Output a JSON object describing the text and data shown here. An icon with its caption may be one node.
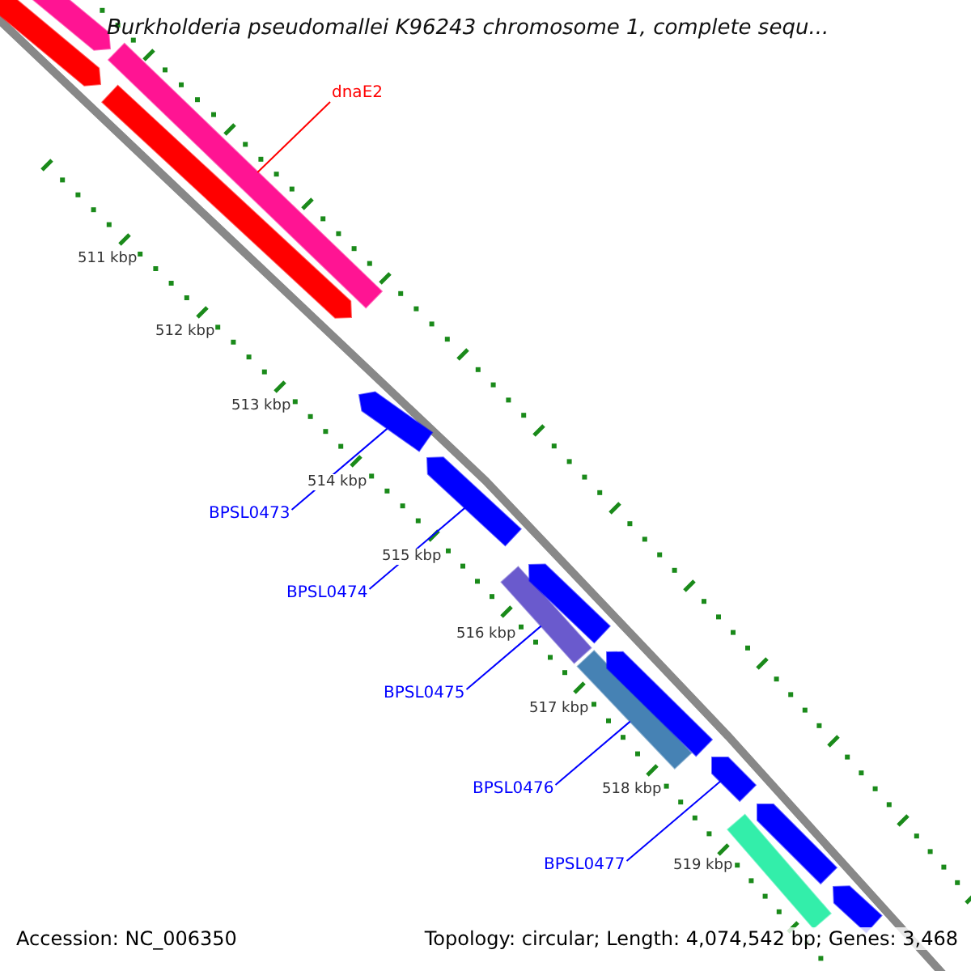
{
  "diagram": {
    "title": "Burkholderia pseudomallei K96243 chromosome 1, complete sequ...",
    "nodes": [
      {
        "text": [
          "dnaE2"
        ]
      },
      {
        "text": [],
        "shape": "bar"
      },
      {
        "text": [
          "BPSL0473"
        ]
      },
      {
        "text": [],
        "shape": "bar"
      },
      {
        "text": [
          "BPSL0474"
        ]
      },
      {
        "text": [],
        "shape": "bar"
      },
      {
        "text": [
          "BPSL0475"
        ]
      },
      {
        "text": [],
        "shape": "bar"
      },
      {
        "text": [
          "BPSL0476"
        ]
      },
      {
        "text": [],
        "shape": "bar"
      },
      {
        "text": [
          "BPSL0477"
        ]
      },
      {
        "text": [],
        "shape": "bar"
      },
      {
        "text": [],
        "shape": "bar"
      },
      {
        "text": [],
        "shape": "bar"
      },
      {
        "text": [],
        "shape": "bar"
      },
      {
        "text": [],
        "shape": "bar"
      },
      {
        "text": [],
        "shape": "bar"
      },
      {
        "text": [],
        "shape": "bar"
      },
      {
        "text": [],
        "shape": "bar"
      },
      {
        "text": [],
        "shape": "bar"
      }
    ],
    "edges": [
      {
        "from": 0,
        "to": 1,
        "arrow": "none",
        "color": "#ff0000"
      },
      {
        "from": 2,
        "to": 3,
        "arrow": "none"
      },
      {
        "from": 4,
        "to": 5,
        "arrow": "none"
      },
      {
        "from": 6,
        "to": 7,
        "arrow": "none"
      },
      {
        "from": 8,
        "to": 9,
        "arrow": "none"
      },
      {
        "from": 10,
        "to": 11,
        "arrow": "none"
      }
    ],
    "labels": [
      "511 kbp",
      "512 kbp",
      "513 kbp",
      "514 kbp",
      "515 kbp",
      "516 kbp",
      "517 kbp",
      "518 kbp",
      "519 kbp",
      "Accession: NC_006350",
      "Topology: circular; Length: 4,074,542 bp; Genes: 3,468"
    ]
  }
}
